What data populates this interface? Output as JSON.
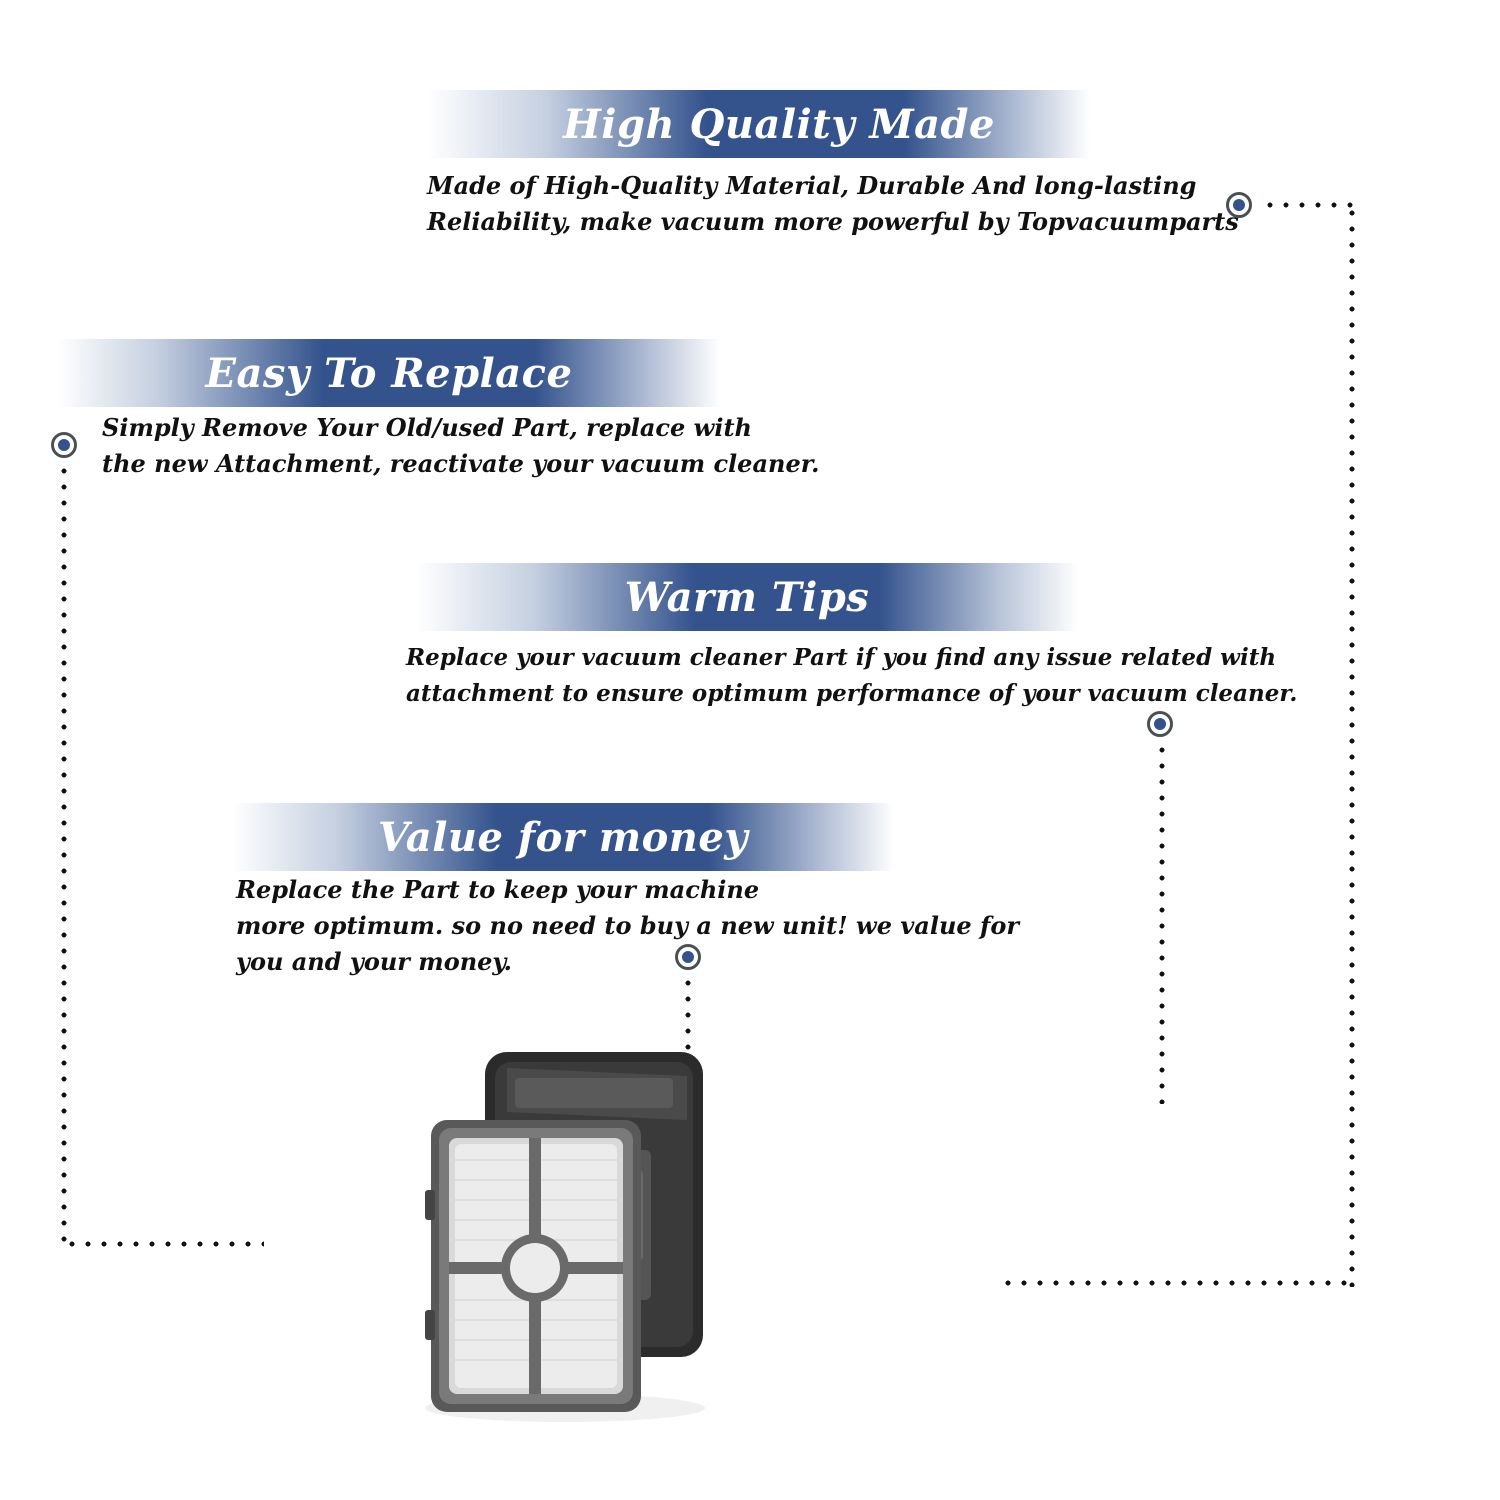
{
  "sections": {
    "high_quality": {
      "title": "High Quality Made",
      "line1": "Made of  High-Quality Material, Durable And long-lasting",
      "line2": "Reliability, make vacuum more powerful by Topvacuumparts"
    },
    "easy_replace": {
      "title": "Easy To Replace",
      "line1": "Simply Remove Your Old/used Part, replace with",
      "line2": "the new Attachment, reactivate your vacuum cleaner."
    },
    "warm_tips": {
      "title": "Warm Tips",
      "line1": "Replace your vacuum cleaner Part if you find any issue related with",
      "line2": " attachment to ensure optimum performance of your vacuum cleaner."
    },
    "value_money": {
      "title": "Value for money",
      "line1": "Replace the Part to keep your machine",
      "line2": "more optimum. so no need to buy a new unit! we value for",
      "line3": "you and your money."
    }
  },
  "colors": {
    "banner_navy": "#34538d",
    "bullet_center": "#34538d",
    "dots": "#111111"
  },
  "icons": {
    "bullet": "target-bullet-icon",
    "product": "vacuum-filter-image"
  }
}
